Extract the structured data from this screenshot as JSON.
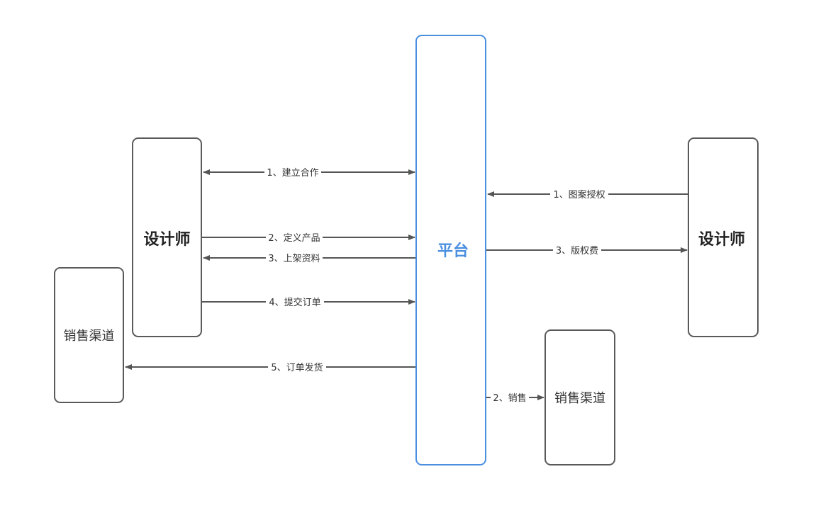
{
  "colors": {
    "box_stroke": "#5a5a5a",
    "platform_stroke": "#4a8fe0",
    "platform_text": "#4a8fe0",
    "arrow": "#555555",
    "label_bg": "#ffffff"
  },
  "nodes": {
    "designer_left": {
      "label": "设计师"
    },
    "sales_left": {
      "label": "销售渠道"
    },
    "platform": {
      "label": "平台"
    },
    "designer_right": {
      "label": "设计师"
    },
    "sales_right": {
      "label": "销售渠道"
    }
  },
  "edges": {
    "build_cooperation": {
      "label": "1、建立合作"
    },
    "define_product": {
      "label": "2、定义产品"
    },
    "listing_material": {
      "label": "3、上架资料"
    },
    "submit_order": {
      "label": "4、提交订单"
    },
    "order_ship": {
      "label": "5、订单发货"
    },
    "pattern_license": {
      "label": "1、图案授权"
    },
    "copyright_fee": {
      "label": "3、版权费"
    },
    "sales": {
      "label": "2、销售"
    }
  }
}
